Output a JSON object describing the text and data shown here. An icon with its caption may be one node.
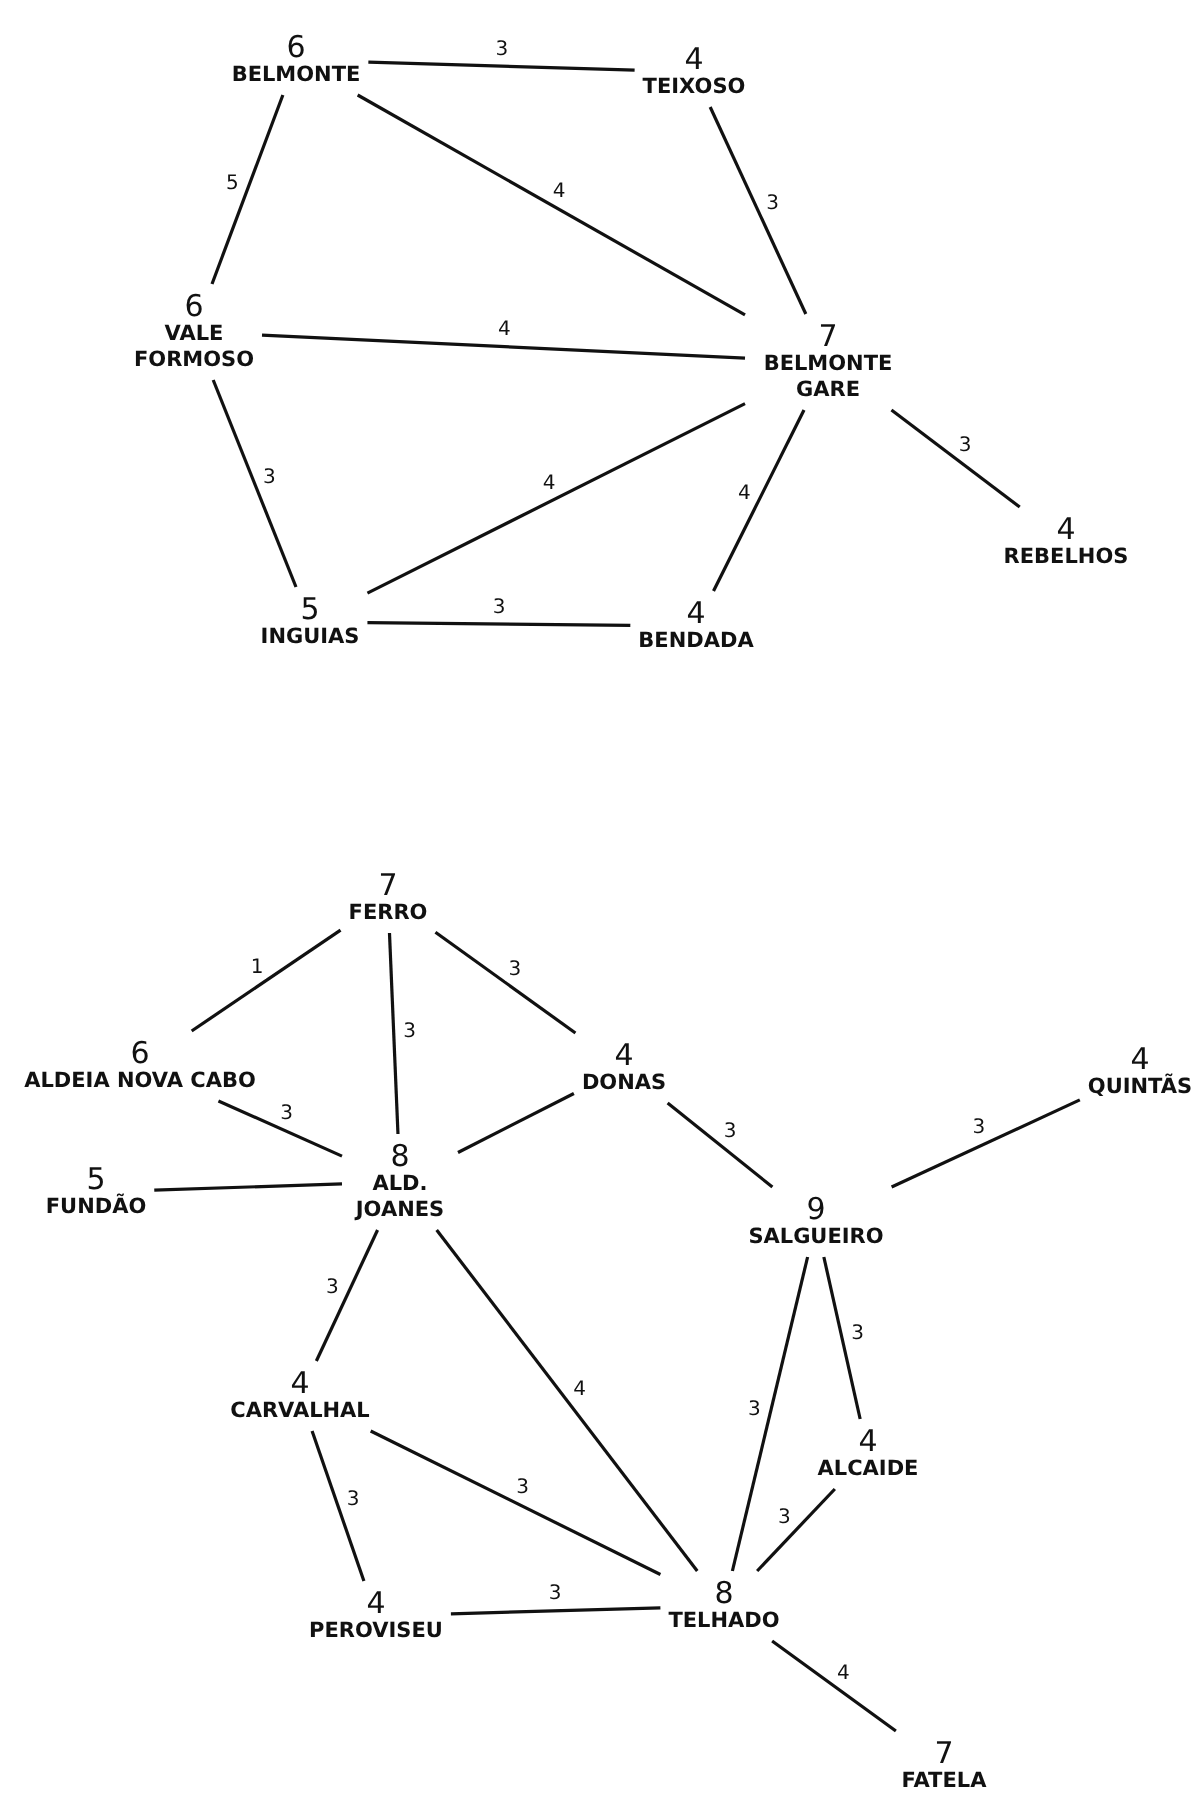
{
  "diagram": {
    "nodes": [
      {
        "text": [
          "6",
          "BELMONTE"
        ]
      },
      {
        "text": [
          "4",
          "TEIXOSO"
        ]
      },
      {
        "text": [
          "6",
          "VALE FORMOSO"
        ]
      },
      {
        "text": [
          "7",
          "BELMONTE GARE"
        ]
      },
      {
        "text": [
          "4",
          "REBELHOS"
        ]
      },
      {
        "text": [
          "5",
          "INGUIAS"
        ]
      },
      {
        "text": [
          "4",
          "BENDADA"
        ]
      },
      {
        "text": [
          "7",
          "FERRO"
        ]
      },
      {
        "text": [
          "6",
          "ALDEIA NOVA CABO"
        ]
      },
      {
        "text": [
          "4",
          "DONAS"
        ]
      },
      {
        "text": [
          "4",
          "QUINTÃS"
        ]
      },
      {
        "text": [
          "5",
          "FUNDÃO"
        ]
      },
      {
        "text": [
          "8",
          "ALD. JOANES"
        ]
      },
      {
        "text": [
          "9",
          "SALGUEIRO"
        ]
      },
      {
        "text": [
          "4",
          "CARVALHAL"
        ]
      },
      {
        "text": [
          "4",
          "ALCAIDE"
        ]
      },
      {
        "text": [
          "4",
          "PEROVISEU"
        ]
      },
      {
        "text": [
          "8",
          "TELHADO"
        ]
      },
      {
        "text": [
          "7",
          "FATELA"
        ]
      }
    ],
    "edges": [
      {
        "from": 0,
        "to": 1,
        "arrow": "none",
        "label": "3"
      },
      {
        "from": 0,
        "to": 2,
        "arrow": "none",
        "label": "5"
      },
      {
        "from": 0,
        "to": 3,
        "arrow": "none",
        "label": "4"
      },
      {
        "from": 1,
        "to": 3,
        "arrow": "none",
        "label": "3"
      },
      {
        "from": 2,
        "to": 3,
        "arrow": "none",
        "label": "4"
      },
      {
        "from": 2,
        "to": 5,
        "arrow": "none",
        "label": "3"
      },
      {
        "from": 3,
        "to": 5,
        "arrow": "none",
        "label": "4"
      },
      {
        "from": 3,
        "to": 6,
        "arrow": "none",
        "label": "4"
      },
      {
        "from": 3,
        "to": 4,
        "arrow": "none",
        "label": "3"
      },
      {
        "from": 5,
        "to": 6,
        "arrow": "none",
        "label": "3"
      },
      {
        "from": 7,
        "to": 8,
        "arrow": "none",
        "label": "1"
      },
      {
        "from": 7,
        "to": 12,
        "arrow": "none",
        "label": "3"
      },
      {
        "from": 7,
        "to": 9,
        "arrow": "none",
        "label": "3"
      },
      {
        "from": 8,
        "to": 12,
        "arrow": "none",
        "label": "3"
      },
      {
        "from": 9,
        "to": 12,
        "arrow": "none"
      },
      {
        "from": 9,
        "to": 13,
        "arrow": "none",
        "label": "3"
      },
      {
        "from": 11,
        "to": 12,
        "arrow": "none"
      },
      {
        "from": 13,
        "to": 10,
        "arrow": "none",
        "label": "3"
      },
      {
        "from": 12,
        "to": 14,
        "arrow": "none",
        "label": "3"
      },
      {
        "from": 12,
        "to": 17,
        "arrow": "none",
        "label": "4"
      },
      {
        "from": 13,
        "to": 17,
        "arrow": "none",
        "label": "3"
      },
      {
        "from": 13,
        "to": 15,
        "arrow": "none",
        "label": "3"
      },
      {
        "from": 15,
        "to": 17,
        "arrow": "none",
        "label": "3"
      },
      {
        "from": 14,
        "to": 17,
        "arrow": "none",
        "label": "3"
      },
      {
        "from": 14,
        "to": 16,
        "arrow": "none",
        "label": "3"
      },
      {
        "from": 16,
        "to": 17,
        "arrow": "none",
        "label": "3"
      },
      {
        "from": 17,
        "to": 18,
        "arrow": "none",
        "label": "4"
      }
    ]
  }
}
